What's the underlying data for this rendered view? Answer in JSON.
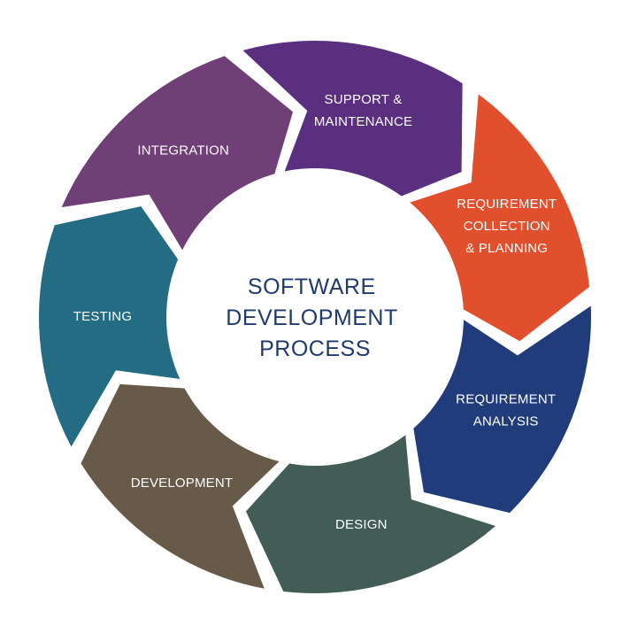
{
  "center": {
    "lines": [
      "SOFTWARE",
      "DEVELOPMENT",
      "PROCESS"
    ],
    "color": "#1f3a6e"
  },
  "segments": [
    {
      "id": "testing",
      "lines": [
        "TESTING"
      ],
      "color": "#246c83"
    },
    {
      "id": "integration",
      "lines": [
        "INTEGRATION"
      ],
      "color": "#703f77"
    },
    {
      "id": "support-maintenance",
      "lines": [
        "SUPPORT &",
        "MAINTENANCE"
      ],
      "color": "#5a2f7f"
    },
    {
      "id": "requirement-collection-planning",
      "lines": [
        "REQUIREMENT",
        "COLLECTION",
        "& PLANNING"
      ],
      "color": "#e24f2c"
    },
    {
      "id": "requirement-analysis",
      "lines": [
        "REQUIREMENT",
        "ANALYSIS"
      ],
      "color": "#203c7b"
    },
    {
      "id": "design",
      "lines": [
        "DESIGN"
      ],
      "color": "#425d55"
    },
    {
      "id": "development",
      "lines": [
        "DEVELOPMENT"
      ],
      "color": "#675a48"
    }
  ]
}
